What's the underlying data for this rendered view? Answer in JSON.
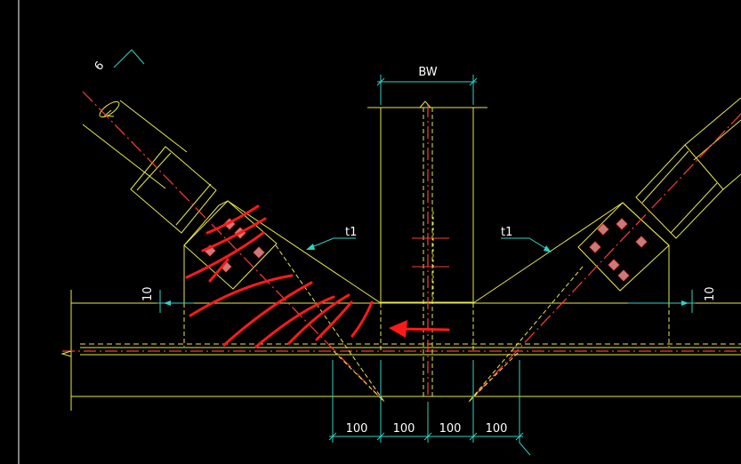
{
  "colors": {
    "background": "#000000",
    "outline": "#e8e84a",
    "centerline": "#ff3b3b",
    "dimension": "#2fd3c3",
    "text": "#ffffff",
    "bolt_fill": "#c97b7b",
    "markup": "#ff1a1a",
    "frame": "#ffffff"
  },
  "labels": {
    "top_dim": "BW",
    "weld_left": "t1",
    "weld_right": "t1",
    "thickness_left": "10",
    "thickness_right": "10",
    "brace_size": "6"
  },
  "bottom_dims": [
    "100",
    "100",
    "100",
    "100"
  ],
  "markup": {
    "arrow": "red-arrow-left",
    "hatch": "red-freehand-hatch"
  }
}
